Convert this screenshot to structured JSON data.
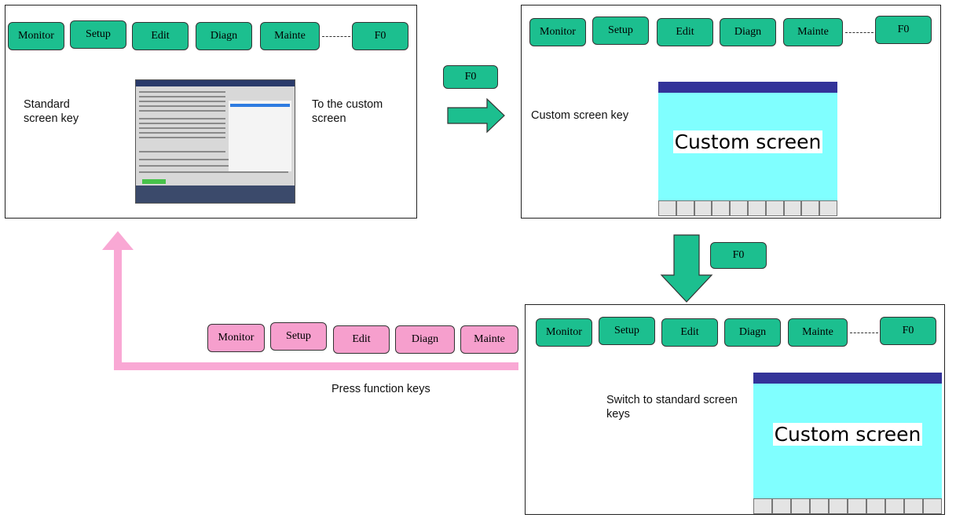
{
  "function_keys": [
    "Monitor",
    "Setup",
    "Edit",
    "Diagn",
    "Mainte"
  ],
  "custom_key": "F0",
  "panel1": {
    "left_label": "Standard screen key",
    "right_label": "To the custom screen"
  },
  "panel2": {
    "label": "Custom screen key",
    "custom_screen_title": "Custom screen"
  },
  "panel3": {
    "label": "Switch to standard screen keys",
    "custom_screen_title": "Custom screen"
  },
  "return_path": {
    "label": "Press function keys"
  },
  "colors": {
    "key_green": "#1cbf8f",
    "key_pink": "#f69fcd",
    "custom_screen_bg": "#80ffff",
    "custom_screen_titlebar": "#333399",
    "arrow_pink": "#f9a8d4"
  }
}
